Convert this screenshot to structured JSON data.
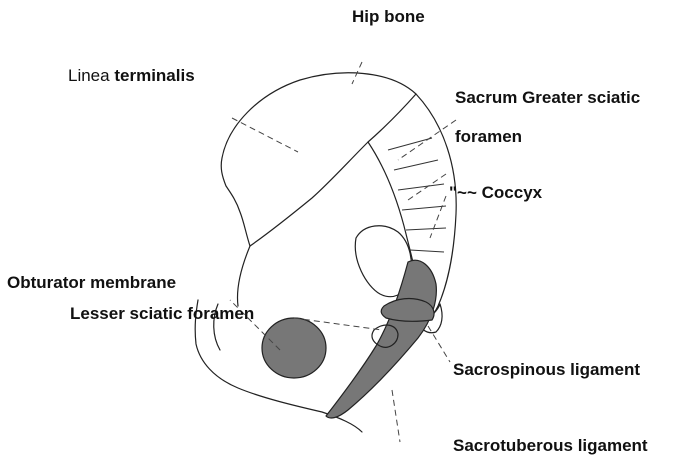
{
  "labels": {
    "hip_bone": "Hip bone",
    "linea_prefix": "Linea",
    "linea_bold": "terminalis",
    "sacrum_line1": "Sacrum Greater sciatic",
    "sacrum_line2": "foramen",
    "coccyx": "\"~~ Coccyx",
    "obturator": "Obturator membrane",
    "lesser": "Lesser sciatic foramen",
    "sacrospinous": "Sacrospinous ligament",
    "sacrotuberous": "Sacrotuberous ligament"
  },
  "colors": {
    "ligament_fill": "#777777",
    "line": "#222222",
    "text": "#111111"
  }
}
